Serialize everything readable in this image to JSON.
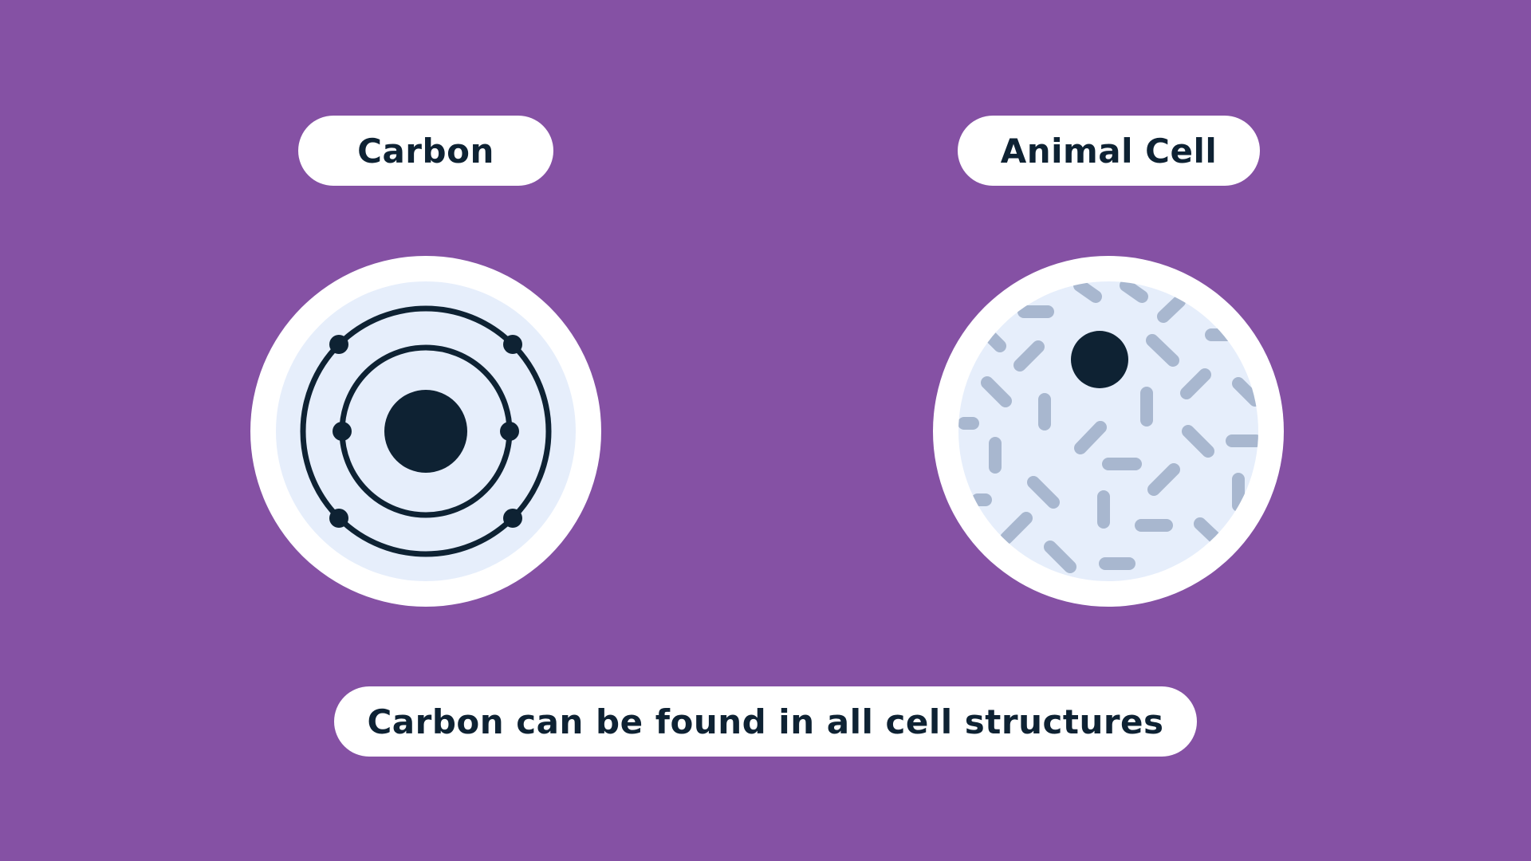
{
  "colors": {
    "background": "#8551a4",
    "pill": "#ffffff",
    "ink": "#0e2233",
    "disc_outer": "#ffffff",
    "disc_inner": "#e6eefb",
    "organelle": "#a8b7cf"
  },
  "labels": {
    "carbon": "Carbon",
    "animal_cell": "Animal Cell",
    "caption": "Carbon can be found in all cell structures"
  },
  "icons": {
    "carbon_atom": "carbon-atom-icon",
    "animal_cell": "animal-cell-icon"
  }
}
